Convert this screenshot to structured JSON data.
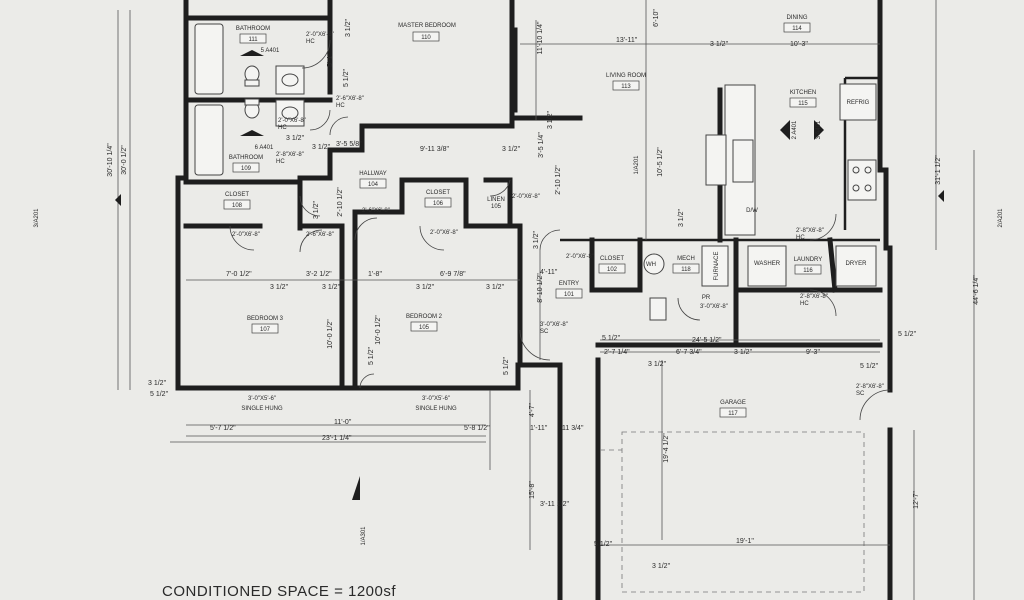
{
  "caption": "CONDITIONED SPACE = 1200sf",
  "rooms": {
    "master_bedroom": {
      "name": "MASTER BEDROOM",
      "num": "110"
    },
    "bath_111": {
      "name": "BATHROOM",
      "num": "111"
    },
    "bath_109": {
      "name": "BATHROOM",
      "num": "109"
    },
    "dining": {
      "name": "DINING",
      "num": "114"
    },
    "living": {
      "name": "LIVING ROOM",
      "num": "113"
    },
    "kitchen": {
      "name": "KITCHEN",
      "num": "115"
    },
    "hallway": {
      "name": "HALLWAY",
      "num": "104"
    },
    "closet_108": {
      "name": "CLOSET",
      "num": "108"
    },
    "closet_106": {
      "name": "CLOSET",
      "num": "106"
    },
    "linen": {
      "name": "LINEN",
      "num": "105"
    },
    "closet_102": {
      "name": "CLOSET",
      "num": "102"
    },
    "mech": {
      "name": "MECH",
      "num": "118"
    },
    "laundry": {
      "name": "LAUNDRY",
      "num": "116"
    },
    "entry": {
      "name": "ENTRY",
      "num": "101"
    },
    "bedroom3": {
      "name": "BEDROOM 3",
      "num": "107"
    },
    "bedroom2": {
      "name": "BEDROOM 2",
      "num": "105"
    },
    "garage": {
      "name": "GARAGE",
      "num": "117"
    }
  },
  "fixtures": {
    "refrig": "REFRIG",
    "dw": "D/W",
    "washer": "WASHER",
    "dryer": "DRYER",
    "furnace": "FURNACE",
    "wh": "WH",
    "pr": "PR"
  },
  "section_refs": {
    "a401_5": "5 A401",
    "a401_6": "6 A401",
    "a401_2": "2 A401",
    "a401_3": "3 A401",
    "a201_1": "1/A201",
    "a201_2": "2/A201",
    "a201_3": "3/A201",
    "a301": "1/A301"
  },
  "doors": {
    "d1": "2'-0\"X6'-8\"",
    "d1b": "HC",
    "d2": "2'-6\"X6'-8\"",
    "d2b": "HC",
    "d3": "2'-8\"X6'-8\"",
    "d3b": "HC",
    "d4": "2'-6\"X6'-8\"",
    "d5": "2'-6\"X6'-8\"",
    "d6": "2'-0\"X6'-8\"",
    "d7": "2'-0\"X6'-8\"",
    "d8": "2'-0\"X6'-8\"",
    "d9": "2'-0\"X6'-8\"",
    "d10": "2'-8\"X6'-8\"",
    "d10b": "HC",
    "d11": "2'-8\"X6'-8\"",
    "d11b": "HC",
    "d12": "3'-0\"X6'-8\"",
    "d12b": "SC",
    "d13": "2'-8\"X6'-8\"",
    "d13b": "SC",
    "d14": "3'-0\"X6'-8\"",
    "d15": "2'-0\"X6'-8\"",
    "d15b": "HC"
  },
  "windows": {
    "w1": "3'-0\"X5'-6\"",
    "w1b": "SINGLE HUNG",
    "w2": "3'-0\"X5'-6\"",
    "w2b": "SINGLE HUNG"
  },
  "dims": {
    "t1": "13'-11\"",
    "t2": "3 1/2\"",
    "t3": "10'-3\"",
    "t4": "6'-10\"",
    "t5": "11'-10 1/4\"",
    "t6": "3 1/2\"",
    "t7": "5'-1\"",
    "t8": "5 1/2\"",
    "t9": "3 1/2\"",
    "t10": "3 1/2\"",
    "t11": "9'-11 3/8\"",
    "t12": "3 1/2\"",
    "t13": "3'-5 1/4\"",
    "t14": "3 1/2\"",
    "t15": "3'-5 5/8\"",
    "t16": "10'-5 1/2\"",
    "t17": "2'-10 1/2\"",
    "t18": "2'-10 1/2\"",
    "t19": "3 1/2\"",
    "t20": "3 1/2\"",
    "t21": "3 1/2\"",
    "t22": "7'-0 1/2\"",
    "t23": "3'-2 1/2\"",
    "t24": "1'-8\"",
    "t25": "6'-9 7/8\"",
    "t26": "3 1/2\"",
    "t27": "3 1/2\"",
    "t28": "3 1/2\"",
    "t29": "3 1/2\"",
    "t30": "10'-0 1/2\"",
    "t31": "10'-0 1/2\"",
    "t32": "5 1/2\"",
    "t33": "5 1/2\"",
    "t34": "11'-0\"",
    "t35": "5'-7 1/2\"",
    "t36": "5'-8 1/2\"",
    "t37": "23'-1 1/4\"",
    "t38": "4'-11\"",
    "t39": "8'-10 1/2\"",
    "t40": "24'-5 1/2\"",
    "t41": "2'-7 1/4\"",
    "t42": "6'-7 3/4\"",
    "t43": "9'-3\"",
    "t44": "3 1/2\"",
    "t45": "3 1/2\"",
    "t46": "5 1/2\"",
    "t47": "5 1/2\"",
    "t48": "5 1/2\"",
    "t49": "19'-4 1/2\"",
    "t50": "19'-1\"",
    "t51": "12'-7\"",
    "t52": "31'-1 1/2\"",
    "t53": "44'-6 1/4\"",
    "t54": "30'-10 1/4\"",
    "t55": "30'-0 1/2\"",
    "t56": "4'-7\"",
    "t57": "1'-11\"",
    "t58": "11 3/4\"",
    "t59": "3'-11 1/2\"",
    "t60": "15'-8\"",
    "t61": "3 1/2\"",
    "t62": "5 1/2\"",
    "t63": "3 1/2\"",
    "t64": "5 1/2\""
  },
  "colors": {
    "paper": "#ebebe8",
    "ink": "#1e1e1e"
  }
}
